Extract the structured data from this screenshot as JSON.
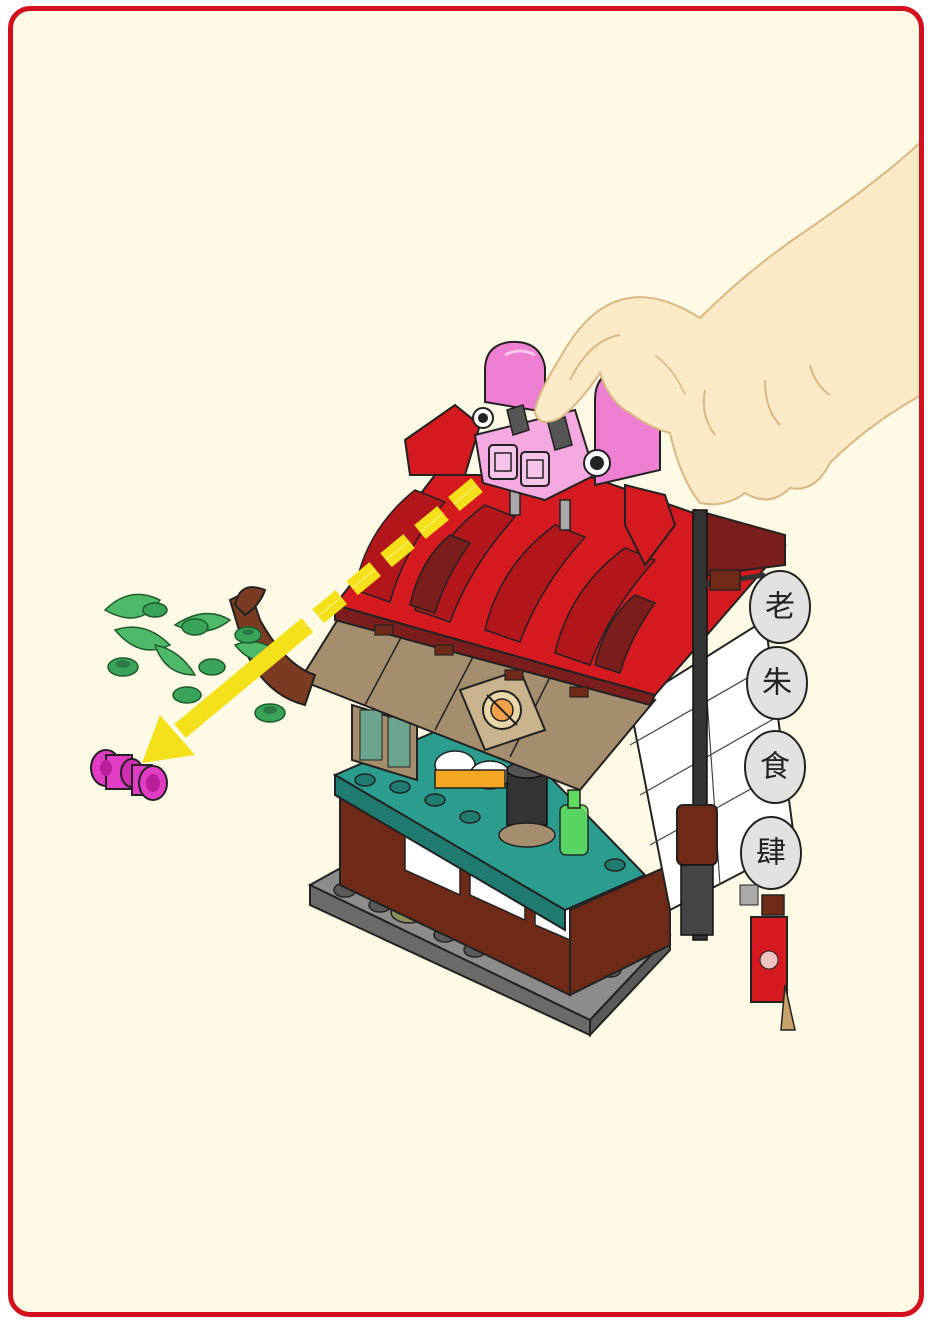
{
  "page": {
    "background": "#fefae6",
    "border_color": "#d4101e"
  },
  "instruction": {
    "action_icon": "finger-press-icon",
    "arrow_icon": "yellow-removal-arrow-icon",
    "removed_part": "magenta-round-brick",
    "arrow_color": "#f5e11a"
  },
  "model": {
    "name": "noodle-shop-stall",
    "signboard": {
      "characters": [
        "老",
        "朱",
        "食",
        "肆"
      ]
    },
    "colors": {
      "roof_red": "#d41a1f",
      "roof_dark": "#7b1d1d",
      "awning_tan": "#a58e6e",
      "wall_white": "#ffffff",
      "wood_brown": "#6e2a17",
      "counter_teal": "#2a9d8f",
      "base_gray": "#8a8a8a",
      "leaves_green": "#4fb96a",
      "pink_part": "#ee7fd2"
    }
  }
}
